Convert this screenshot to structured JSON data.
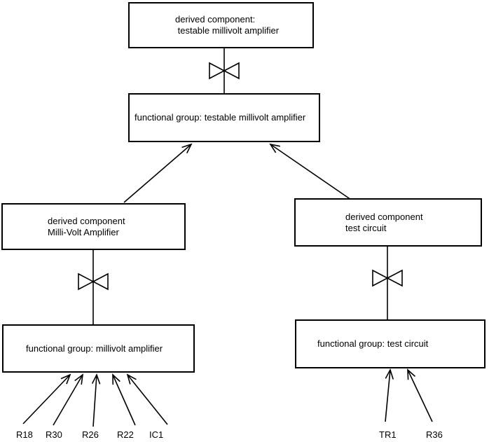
{
  "diagram": {
    "colors": {
      "line": "#000000",
      "background": "#ffffff",
      "box_fill": "#ffffff"
    },
    "nodes": {
      "top_derived": {
        "line1": "derived component:",
        "line2": " testable millivolt amplifier"
      },
      "fg_testable": {
        "label": "functional group: testable millivolt amplifier"
      },
      "left_derived": {
        "line1": "derived component",
        "line2": "Milli-Volt Amplifier"
      },
      "right_derived": {
        "line1": "derived component",
        "line2": "test circuit"
      },
      "fg_millivolt": {
        "label": "functional group: millivolt amplifier"
      },
      "fg_test": {
        "label": "functional group: test circuit"
      }
    },
    "leaves_left": [
      "R18",
      "R30",
      "R26",
      "R22",
      "IC1"
    ],
    "leaves_right": [
      "TR1",
      "R36"
    ]
  }
}
